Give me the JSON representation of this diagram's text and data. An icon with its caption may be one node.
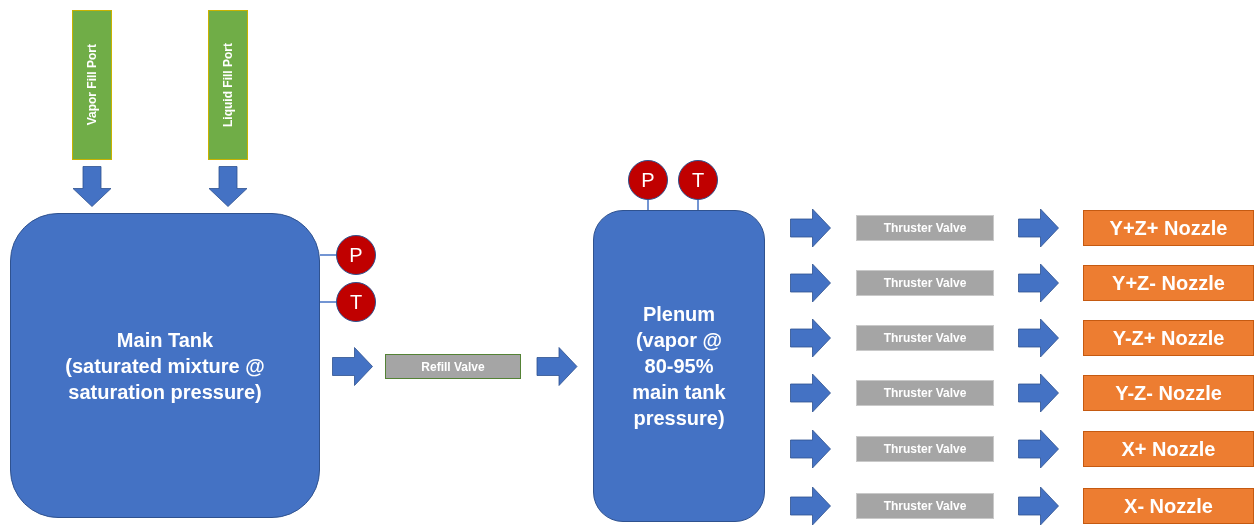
{
  "diagram": {
    "nodes": [
      {
        "text": [
          "Vapor Fill Port"
        ]
      },
      {
        "text": [
          "Liquid Fill Port"
        ]
      },
      {
        "text": [
          "Main Tank",
          "(saturated mixture @ saturation pressure)"
        ]
      },
      {
        "text": [
          "P"
        ]
      },
      {
        "text": [
          "T"
        ]
      },
      {
        "text": [
          "Refill Valve"
        ]
      },
      {
        "text": [
          "Plenum",
          "(vapor @ 80-95% main tank pressure)"
        ]
      },
      {
        "text": [
          "P"
        ]
      },
      {
        "text": [
          "T"
        ]
      },
      {
        "text": [
          "Thruster Valve"
        ]
      },
      {
        "text": [
          "Thruster Valve"
        ]
      },
      {
        "text": [
          "Thruster Valve"
        ]
      },
      {
        "text": [
          "Thruster Valve"
        ]
      },
      {
        "text": [
          "Thruster Valve"
        ]
      },
      {
        "text": [
          "Thruster Valve"
        ]
      },
      {
        "text": [
          "Y+Z+ Nozzle"
        ]
      },
      {
        "text": [
          "Y+Z- Nozzle"
        ]
      },
      {
        "text": [
          "Y-Z+ Nozzle"
        ]
      },
      {
        "text": [
          "Y-Z- Nozzle"
        ]
      },
      {
        "text": [
          "X+ Nozzle"
        ]
      },
      {
        "text": [
          "X- Nozzle"
        ]
      }
    ],
    "edges": [
      {
        "from": 0,
        "to": 2,
        "arrow": "to"
      },
      {
        "from": 1,
        "to": 2,
        "arrow": "to"
      },
      {
        "from": 3,
        "to": 2,
        "arrow": "none"
      },
      {
        "from": 4,
        "to": 2,
        "arrow": "none"
      },
      {
        "from": 2,
        "to": 5,
        "arrow": "to"
      },
      {
        "from": 5,
        "to": 6,
        "arrow": "to"
      },
      {
        "from": 7,
        "to": 6,
        "arrow": "none"
      },
      {
        "from": 8,
        "to": 6,
        "arrow": "none"
      },
      {
        "from": 6,
        "to": 9,
        "arrow": "to"
      },
      {
        "from": 6,
        "to": 10,
        "arrow": "to"
      },
      {
        "from": 6,
        "to": 11,
        "arrow": "to"
      },
      {
        "from": 6,
        "to": 12,
        "arrow": "to"
      },
      {
        "from": 6,
        "to": 13,
        "arrow": "to"
      },
      {
        "from": 6,
        "to": 14,
        "arrow": "to"
      },
      {
        "from": 9,
        "to": 15,
        "arrow": "to"
      },
      {
        "from": 10,
        "to": 16,
        "arrow": "to"
      },
      {
        "from": 11,
        "to": 17,
        "arrow": "to"
      },
      {
        "from": 12,
        "to": 18,
        "arrow": "to"
      },
      {
        "from": 13,
        "to": 19,
        "arrow": "to"
      },
      {
        "from": 14,
        "to": 20,
        "arrow": "to"
      }
    ]
  }
}
